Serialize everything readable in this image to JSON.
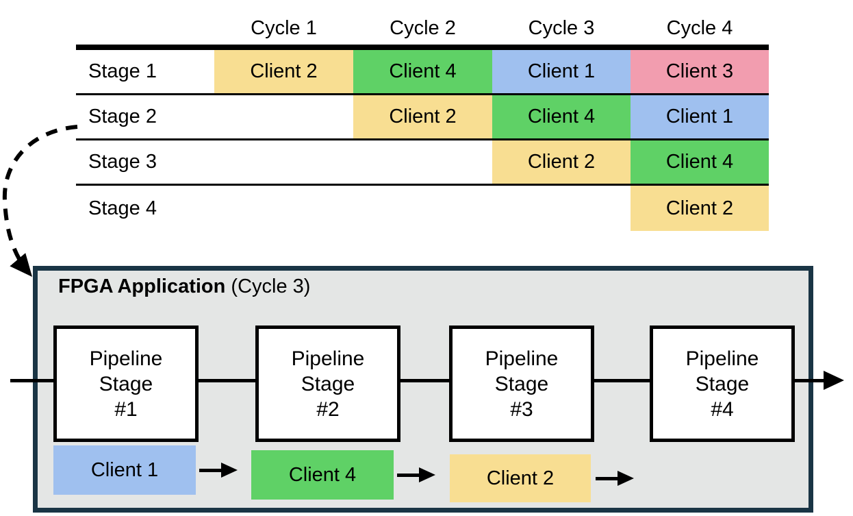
{
  "schedule_table": {
    "column_headers": [
      "Cycle 1",
      "Cycle 2",
      "Cycle 3",
      "Cycle 4"
    ],
    "rows": [
      {
        "label": "Stage 1",
        "cells": [
          {
            "text": "Client 2",
            "color": "#F8DE92"
          },
          {
            "text": "Client 4",
            "color": "#5FD166"
          },
          {
            "text": "Client 1",
            "color": "#9FC0EF"
          },
          {
            "text": "Client 3",
            "color": "#F29DAF"
          }
        ]
      },
      {
        "label": "Stage 2",
        "cells": [
          null,
          {
            "text": "Client 2",
            "color": "#F8DE92"
          },
          {
            "text": "Client 4",
            "color": "#5FD166"
          },
          {
            "text": "Client 1",
            "color": "#9FC0EF"
          }
        ]
      },
      {
        "label": "Stage 3",
        "cells": [
          null,
          null,
          {
            "text": "Client 2",
            "color": "#F8DE92"
          },
          {
            "text": "Client 4",
            "color": "#5FD166"
          }
        ]
      },
      {
        "label": "Stage 4",
        "cells": [
          null,
          null,
          null,
          {
            "text": "Client 2",
            "color": "#F8DE92"
          }
        ]
      }
    ]
  },
  "fpga": {
    "title_bold": "FPGA Application",
    "title_rest": " (Cycle 3)",
    "stages": [
      [
        "Pipeline",
        "Stage",
        "#1"
      ],
      [
        "Pipeline",
        "Stage",
        "#2"
      ],
      [
        "Pipeline",
        "Stage",
        "#3"
      ],
      [
        "Pipeline",
        "Stage",
        "#4"
      ]
    ],
    "clients": [
      {
        "text": "Client 1",
        "color": "#9FC0EF"
      },
      {
        "text": "Client 4",
        "color": "#5FD166"
      },
      {
        "text": "Client 2",
        "color": "#F8DE92"
      }
    ]
  },
  "palette": {
    "client1_blue": "#9FC0EF",
    "client2_yellow": "#F8DE92",
    "client3_pink": "#F29DAF",
    "client4_green": "#5FD166",
    "frame_border": "#1A3545",
    "frame_bg": "#E4E6E5",
    "line_black": "#000000"
  }
}
